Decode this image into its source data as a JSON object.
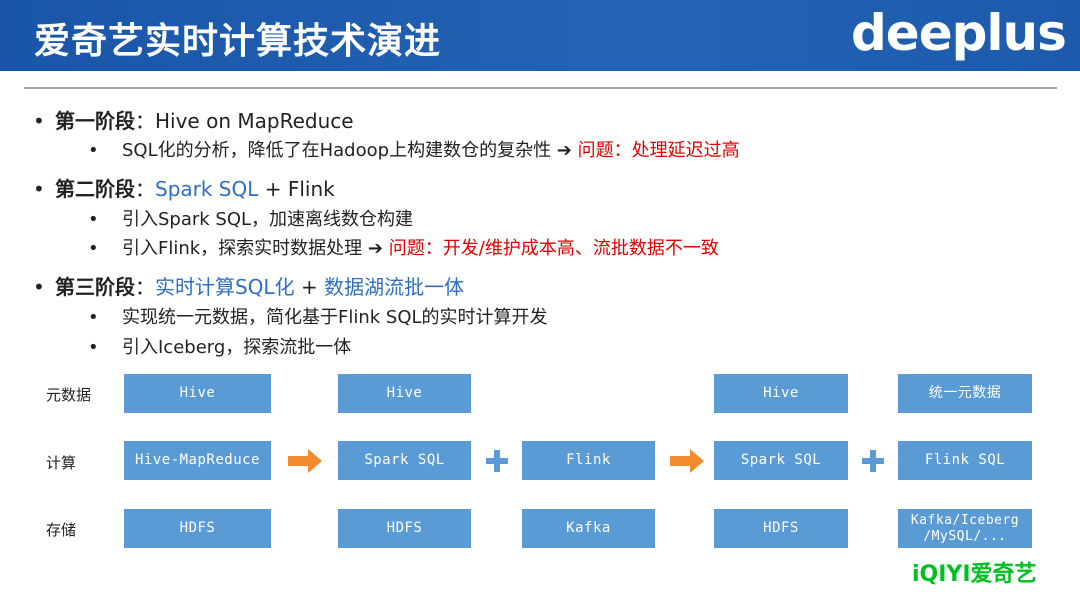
{
  "header": {
    "title": "爱奇艺实时计算技术演进",
    "brand": "deeplus"
  },
  "colors": {
    "header_bg": "#1f5fb0",
    "accent_blue": "#2e6fc2",
    "problem_red": "#e00000",
    "box_blue": "#5b9bd5",
    "arrow_orange": "#f28b2e",
    "brand_green": "#00c020"
  },
  "stages": [
    {
      "label": "第一阶段",
      "sep": "：",
      "rest": "Hive on MapReduce",
      "items": [
        {
          "text": "SQL化的分析，降低了在Hadoop上构建数仓的复杂性",
          "arrow": "➔",
          "problem": "问题：处理延迟过高"
        }
      ]
    },
    {
      "label": "第二阶段",
      "sep": "：",
      "highlight": "Spark SQL",
      "rest": " + Flink",
      "items": [
        {
          "text": "引入Spark SQL，加速离线数仓构建"
        },
        {
          "text": "引入Flink，探索实时数据处理",
          "arrow": "➔",
          "problem": "问题：开发/维护成本高、流批数据不一致"
        }
      ]
    },
    {
      "label": "第三阶段",
      "sep": "：",
      "highlight": "实时计算SQL化",
      "mid": " + ",
      "highlight2": "数据湖流批一体",
      "items": [
        {
          "text": "实现统一元数据，简化基于Flink SQL的实时计算开发"
        },
        {
          "text": "引入Iceberg，探索流批一体"
        }
      ]
    }
  ],
  "diagram": {
    "row_labels": [
      "元数据",
      "计算",
      "存储"
    ],
    "metadata": [
      "Hive",
      "Hive",
      "Hive",
      "统一元数据"
    ],
    "compute": [
      "Hive-MapReduce",
      "Spark SQL",
      "Flink",
      "Spark SQL",
      "Flink SQL"
    ],
    "storage": [
      "HDFS",
      "HDFS",
      "Kafka",
      "HDFS",
      "Kafka/Iceberg /MySQL/..."
    ]
  },
  "footer": {
    "logo": "iQIYI爱奇艺"
  }
}
